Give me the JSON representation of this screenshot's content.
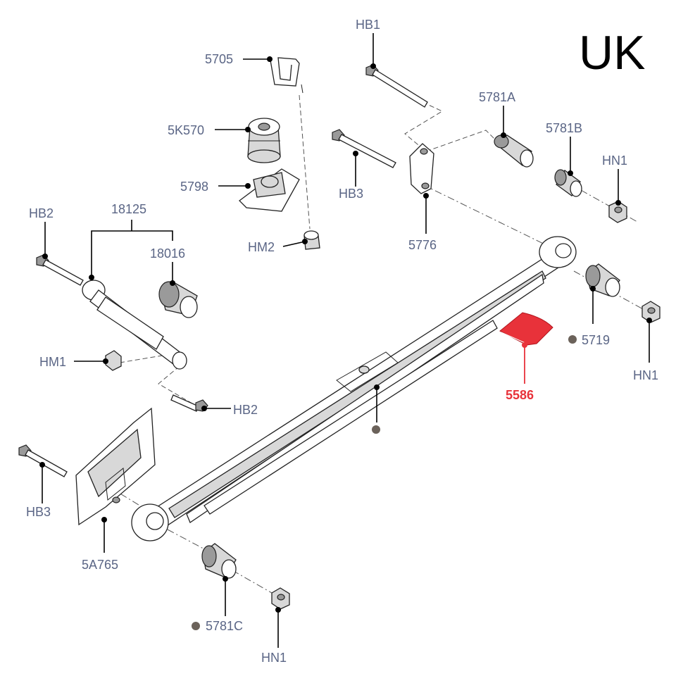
{
  "region_label": "UK",
  "colors": {
    "label": "#5a6585",
    "highlight": "#e8323a",
    "dot": "#6b625a"
  },
  "labels": {
    "hb1": "HB1",
    "p5705": "5705",
    "p5k570": "5K570",
    "p5798": "5798",
    "hm2": "HM2",
    "p5781a": "5781A",
    "p5781b": "5781B",
    "hn1_top": "HN1",
    "hb3_top": "HB3",
    "p5776": "5776",
    "hb2_left": "HB2",
    "p18125": "18125",
    "p18016": "18016",
    "p5719": "5719",
    "hn1_right": "HN1",
    "p5586": "5586",
    "hm1": "HM1",
    "hb2_bottom": "HB2",
    "hb3_left": "HB3",
    "p5a765": "5A765",
    "p5781c": "5781C",
    "hn1_bottom": "HN1"
  }
}
